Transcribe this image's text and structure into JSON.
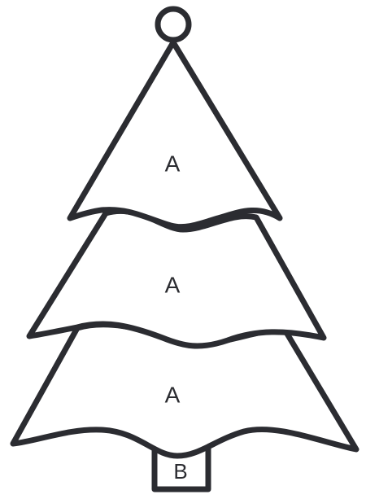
{
  "tree": {
    "tiers": [
      {
        "label": "A"
      },
      {
        "label": "A"
      },
      {
        "label": "A"
      }
    ],
    "trunk": {
      "label": "B"
    },
    "colors": {
      "outline": "#2b2c31",
      "fill": "#ffffff",
      "background": "#ffffff"
    }
  }
}
